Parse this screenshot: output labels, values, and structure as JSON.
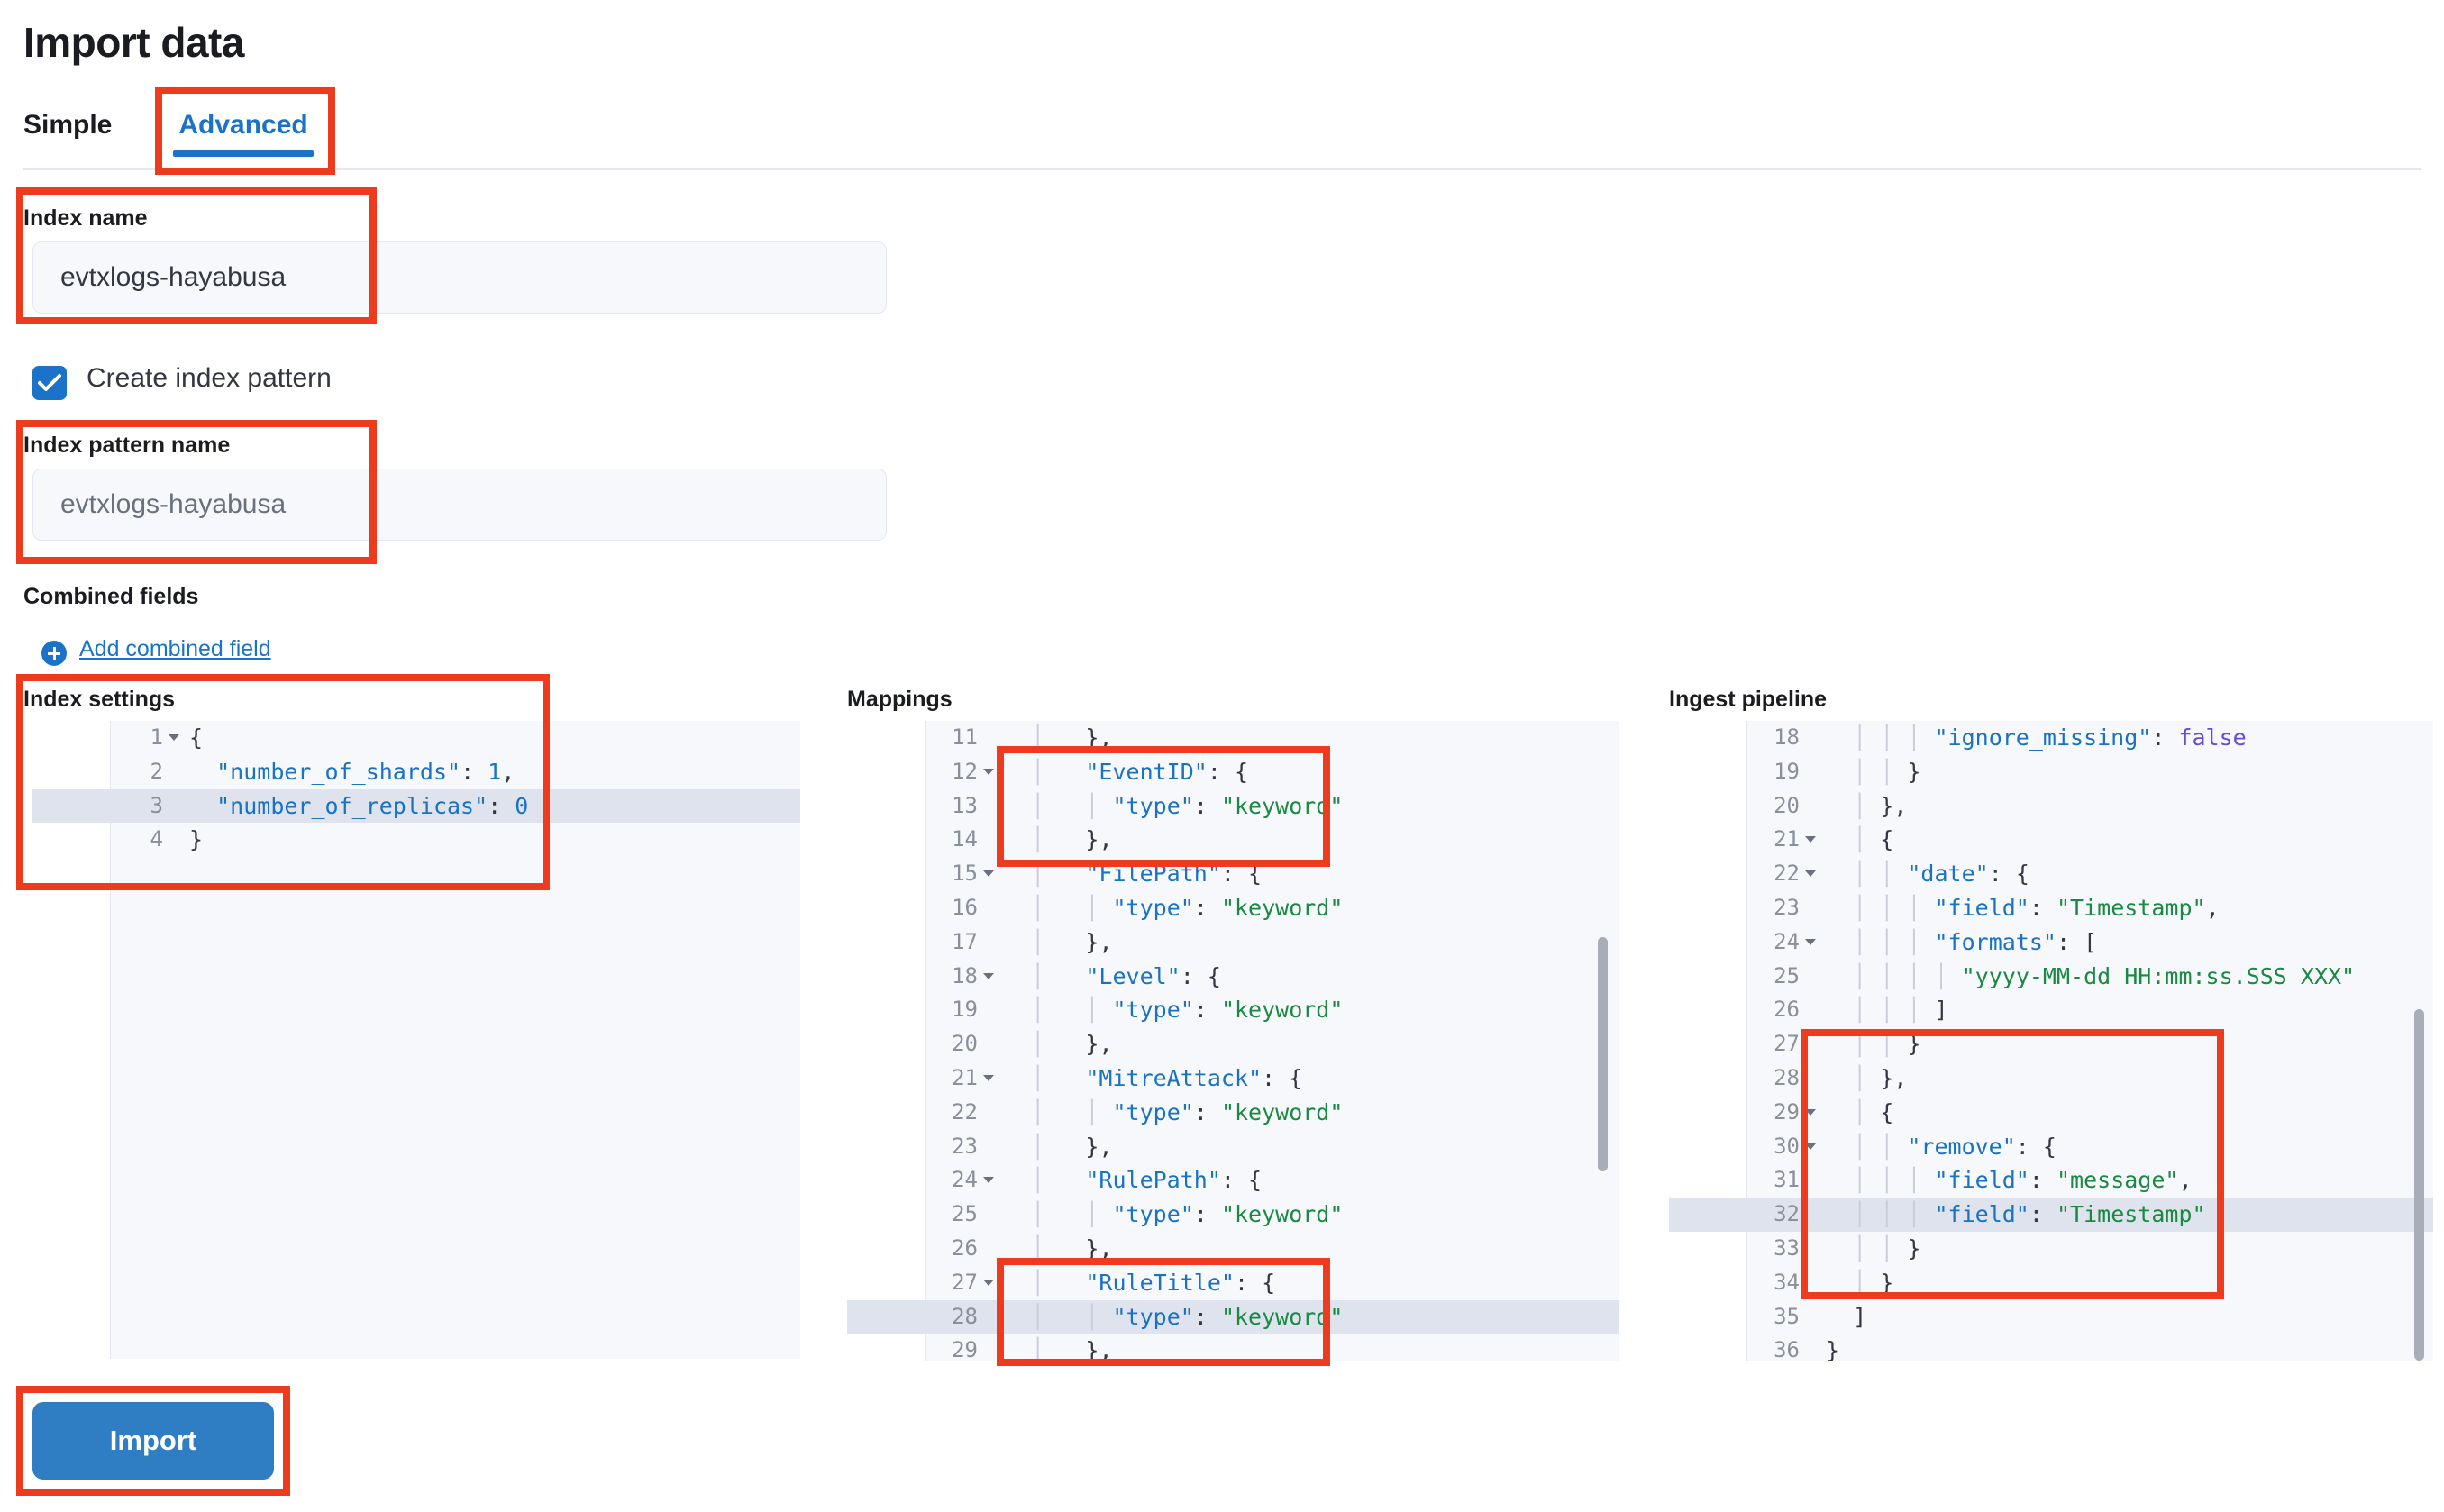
{
  "page": {
    "title": "Import data"
  },
  "tabs": [
    {
      "label": "Simple",
      "active": false
    },
    {
      "label": "Advanced",
      "active": true
    }
  ],
  "form": {
    "index_name_label": "Index name",
    "index_name_value": "evtxlogs-hayabusa",
    "create_index_pattern_label": "Create index pattern",
    "create_index_pattern_checked": true,
    "index_pattern_name_label": "Index pattern name",
    "index_pattern_name_value": "evtxlogs-hayabusa",
    "combined_fields_label": "Combined fields",
    "add_combined_field_label": "Add combined field"
  },
  "editors": {
    "index_settings": {
      "title": "Index settings",
      "lines": [
        {
          "no": "1",
          "fold": true,
          "hl": false,
          "text": "{"
        },
        {
          "no": "2",
          "fold": false,
          "hl": false,
          "text": "  \"number_of_shards\": 1,"
        },
        {
          "no": "3",
          "fold": false,
          "hl": true,
          "text": "  \"number_of_replicas\": 0"
        },
        {
          "no": "4",
          "fold": false,
          "hl": false,
          "text": "}"
        }
      ]
    },
    "mappings": {
      "title": "Mappings",
      "lines": [
        {
          "no": "11",
          "fold": false,
          "hl": false,
          "text": "  │   },"
        },
        {
          "no": "12",
          "fold": true,
          "hl": false,
          "text": "  │   \"EventID\": {"
        },
        {
          "no": "13",
          "fold": false,
          "hl": false,
          "text": "  │   │ \"type\": \"keyword\""
        },
        {
          "no": "14",
          "fold": false,
          "hl": false,
          "text": "  │   },"
        },
        {
          "no": "15",
          "fold": true,
          "hl": false,
          "text": "  │   \"FilePath\": {"
        },
        {
          "no": "16",
          "fold": false,
          "hl": false,
          "text": "  │   │ \"type\": \"keyword\""
        },
        {
          "no": "17",
          "fold": false,
          "hl": false,
          "text": "  │   },"
        },
        {
          "no": "18",
          "fold": true,
          "hl": false,
          "text": "  │   \"Level\": {"
        },
        {
          "no": "19",
          "fold": false,
          "hl": false,
          "text": "  │   │ \"type\": \"keyword\""
        },
        {
          "no": "20",
          "fold": false,
          "hl": false,
          "text": "  │   },"
        },
        {
          "no": "21",
          "fold": true,
          "hl": false,
          "text": "  │   \"MitreAttack\": {"
        },
        {
          "no": "22",
          "fold": false,
          "hl": false,
          "text": "  │   │ \"type\": \"keyword\""
        },
        {
          "no": "23",
          "fold": false,
          "hl": false,
          "text": "  │   },"
        },
        {
          "no": "24",
          "fold": true,
          "hl": false,
          "text": "  │   \"RulePath\": {"
        },
        {
          "no": "25",
          "fold": false,
          "hl": false,
          "text": "  │   │ \"type\": \"keyword\""
        },
        {
          "no": "26",
          "fold": false,
          "hl": false,
          "text": "  │   },"
        },
        {
          "no": "27",
          "fold": true,
          "hl": false,
          "text": "  │   \"RuleTitle\": {"
        },
        {
          "no": "28",
          "fold": false,
          "hl": true,
          "text": "  │   │ \"type\": \"keyword\""
        },
        {
          "no": "29",
          "fold": false,
          "hl": false,
          "text": "  │   },"
        }
      ]
    },
    "ingest_pipeline": {
      "title": "Ingest pipeline",
      "lines": [
        {
          "no": "18",
          "fold": false,
          "hl": false,
          "text": "  │ │ │ \"ignore_missing\": false"
        },
        {
          "no": "19",
          "fold": false,
          "hl": false,
          "text": "  │ │ }"
        },
        {
          "no": "20",
          "fold": false,
          "hl": false,
          "text": "  │ },"
        },
        {
          "no": "21",
          "fold": true,
          "hl": false,
          "text": "  │ {"
        },
        {
          "no": "22",
          "fold": true,
          "hl": false,
          "text": "  │ │ \"date\": {"
        },
        {
          "no": "23",
          "fold": false,
          "hl": false,
          "text": "  │ │ │ \"field\": \"Timestamp\","
        },
        {
          "no": "24",
          "fold": true,
          "hl": false,
          "text": "  │ │ │ \"formats\": ["
        },
        {
          "no": "25",
          "fold": false,
          "hl": false,
          "text": "  │ │ │ │ \"yyyy-MM-dd HH:mm:ss.SSS XXX\""
        },
        {
          "no": "26",
          "fold": false,
          "hl": false,
          "text": "  │ │ │ ]"
        },
        {
          "no": "27",
          "fold": false,
          "hl": false,
          "text": "  │ │ }"
        },
        {
          "no": "28",
          "fold": false,
          "hl": false,
          "text": "  │ },"
        },
        {
          "no": "29",
          "fold": true,
          "hl": false,
          "text": "  │ {"
        },
        {
          "no": "30",
          "fold": true,
          "hl": false,
          "text": "  │ │ \"remove\": {"
        },
        {
          "no": "31",
          "fold": false,
          "hl": false,
          "text": "  │ │ │ \"field\": \"message\","
        },
        {
          "no": "32",
          "fold": false,
          "hl": true,
          "text": "  │ │ │ \"field\": \"Timestamp\""
        },
        {
          "no": "33",
          "fold": false,
          "hl": false,
          "text": "  │ │ }"
        },
        {
          "no": "34",
          "fold": false,
          "hl": false,
          "text": "  │ }"
        },
        {
          "no": "35",
          "fold": false,
          "hl": false,
          "text": "  ]"
        },
        {
          "no": "36",
          "fold": false,
          "hl": false,
          "text": "}"
        }
      ]
    }
  },
  "actions": {
    "import_label": "Import"
  },
  "colors": {
    "accent": "#1a73c9",
    "annotation": "#ee3b1e",
    "button": "#2f7ec4",
    "string": "#1a8a42",
    "key": "#1972c2",
    "boolean": "#6a4ad6"
  }
}
